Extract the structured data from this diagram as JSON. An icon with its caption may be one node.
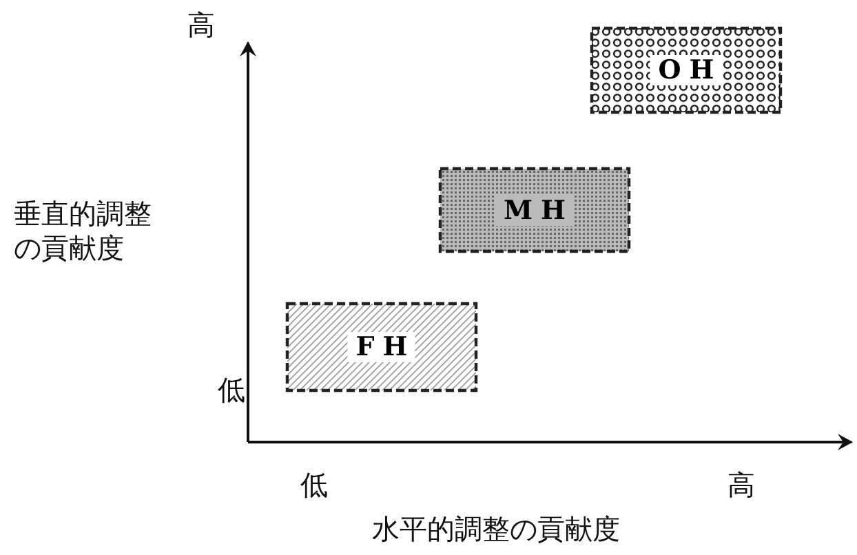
{
  "diagram": {
    "nodes": [
      {
        "text": [
          "OH"
        ]
      },
      {
        "text": [
          "MH"
        ]
      },
      {
        "text": [
          "FH"
        ]
      }
    ],
    "labels": [
      "高",
      "垂直的調整の貢献度",
      "低",
      "低",
      "高",
      "水平的調整の貢献度"
    ]
  }
}
